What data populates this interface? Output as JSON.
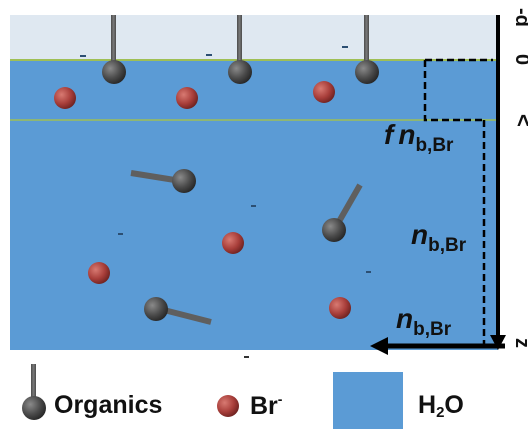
{
  "colors": {
    "air": "#dfe8f1",
    "water": "#5b9bd5",
    "interface_line": "#9fbf55",
    "bromide": "#a83e3a",
    "organic_head": "#4a4a4a",
    "organic_tail": "#5f5f5f",
    "arrow": "#000000"
  },
  "axis": {
    "label_top": "-d",
    "label_zero": "0",
    "label_lt": "<",
    "label_z": "z"
  },
  "labels": {
    "surface_fraction": {
      "f": "f",
      "n": "n",
      "sub": "b,Br"
    },
    "bulk_mid": {
      "n": "n",
      "sub": "b,Br"
    },
    "bulk_bottom": {
      "n": "n",
      "sub": "b,Br"
    }
  },
  "legend": {
    "organics_label": "Organics",
    "bromide_label": "Br",
    "bromide_sup": "-",
    "water_label_main": "H",
    "water_label_sub": "2",
    "water_label_end": "O"
  },
  "molecules": {
    "surface_organics": 3,
    "surface_bromide": 3,
    "bulk_organics": 3,
    "bulk_bromide": 3
  }
}
